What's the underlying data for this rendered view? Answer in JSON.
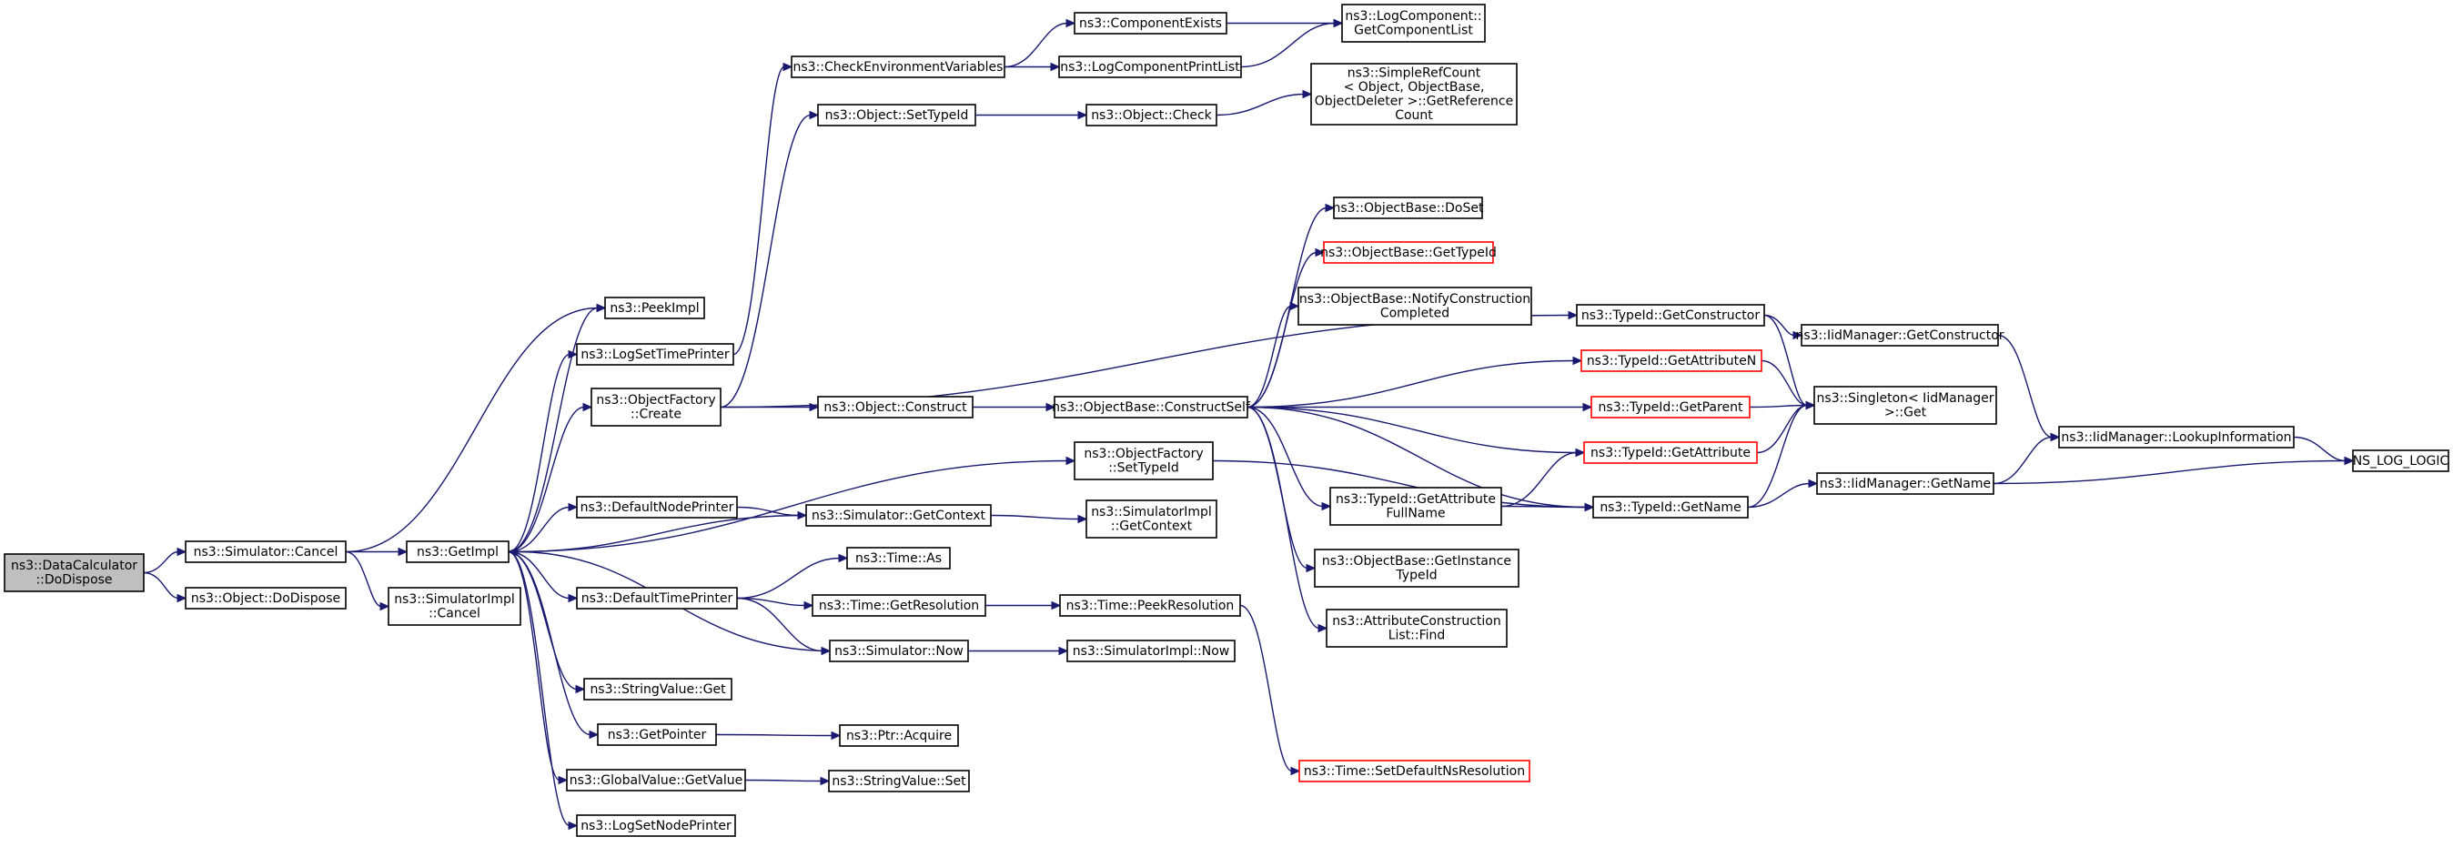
{
  "diagram": {
    "nodes": [
      {
        "id": "root",
        "lines": [
          "ns3::DataCalculator",
          "::DoDispose"
        ],
        "style": "root"
      },
      {
        "id": "sim_cancel",
        "lines": [
          "ns3::Simulator::Cancel"
        ],
        "style": "normal"
      },
      {
        "id": "obj_dodispose",
        "lines": [
          "ns3::Object::DoDispose"
        ],
        "style": "normal"
      },
      {
        "id": "peekimpl",
        "lines": [
          "ns3::PeekImpl"
        ],
        "style": "normal"
      },
      {
        "id": "getimpl",
        "lines": [
          "ns3::GetImpl"
        ],
        "style": "normal"
      },
      {
        "id": "simimpl_cancel",
        "lines": [
          "ns3::SimulatorImpl",
          "::Cancel"
        ],
        "style": "normal"
      },
      {
        "id": "logsettimeprinter",
        "lines": [
          "ns3::LogSetTimePrinter"
        ],
        "style": "normal"
      },
      {
        "id": "objfactory_create",
        "lines": [
          "ns3::ObjectFactory",
          "::Create"
        ],
        "style": "normal"
      },
      {
        "id": "defaultnodeprinter",
        "lines": [
          "ns3::DefaultNodePrinter"
        ],
        "style": "normal"
      },
      {
        "id": "defaulttimeprinter",
        "lines": [
          "ns3::DefaultTimePrinter"
        ],
        "style": "normal"
      },
      {
        "id": "stringvalue_get",
        "lines": [
          "ns3::StringValue::Get"
        ],
        "style": "normal"
      },
      {
        "id": "getpointer",
        "lines": [
          "ns3::GetPointer"
        ],
        "style": "normal"
      },
      {
        "id": "globalvalue_getvalue",
        "lines": [
          "ns3::GlobalValue::GetValue"
        ],
        "style": "normal"
      },
      {
        "id": "logsetnodeprinter",
        "lines": [
          "ns3::LogSetNodePrinter"
        ],
        "style": "normal"
      },
      {
        "id": "checkenv",
        "lines": [
          "ns3::CheckEnvironmentVariables"
        ],
        "style": "normal"
      },
      {
        "id": "obj_settypeid",
        "lines": [
          "ns3::Object::SetTypeId"
        ],
        "style": "normal"
      },
      {
        "id": "obj_construct",
        "lines": [
          "ns3::Object::Construct"
        ],
        "style": "normal"
      },
      {
        "id": "objfactory_settypeid",
        "lines": [
          "ns3::ObjectFactory",
          "::SetTypeId"
        ],
        "style": "normal"
      },
      {
        "id": "sim_getcontext",
        "lines": [
          "ns3::Simulator::GetContext"
        ],
        "style": "normal"
      },
      {
        "id": "time_as",
        "lines": [
          "ns3::Time::As"
        ],
        "style": "normal"
      },
      {
        "id": "time_getres",
        "lines": [
          "ns3::Time::GetResolution"
        ],
        "style": "normal"
      },
      {
        "id": "sim_now",
        "lines": [
          "ns3::Simulator::Now"
        ],
        "style": "normal"
      },
      {
        "id": "ptr_acquire",
        "lines": [
          "ns3::Ptr::Acquire"
        ],
        "style": "normal"
      },
      {
        "id": "stringvalue_set",
        "lines": [
          "ns3::StringValue::Set"
        ],
        "style": "normal"
      },
      {
        "id": "componentexists",
        "lines": [
          "ns3::ComponentExists"
        ],
        "style": "normal"
      },
      {
        "id": "logcomponentprintlist",
        "lines": [
          "ns3::LogComponentPrintList"
        ],
        "style": "normal"
      },
      {
        "id": "obj_check",
        "lines": [
          "ns3::Object::Check"
        ],
        "style": "normal"
      },
      {
        "id": "objbase_constructself",
        "lines": [
          "ns3::ObjectBase::ConstructSelf"
        ],
        "style": "normal"
      },
      {
        "id": "simimpl_getcontext",
        "lines": [
          "ns3::SimulatorImpl",
          "::GetContext"
        ],
        "style": "normal"
      },
      {
        "id": "time_peekres",
        "lines": [
          "ns3::Time::PeekResolution"
        ],
        "style": "normal"
      },
      {
        "id": "simimpl_now",
        "lines": [
          "ns3::SimulatorImpl::Now"
        ],
        "style": "normal"
      },
      {
        "id": "logcomponent_getlist",
        "lines": [
          "ns3::LogComponent::",
          "GetComponentList"
        ],
        "style": "normal"
      },
      {
        "id": "simplerefcount",
        "lines": [
          "ns3::SimpleRefCount",
          "< Object, ObjectBase,",
          " ObjectDeleter >::GetReference",
          "Count"
        ],
        "style": "normal"
      },
      {
        "id": "objbase_doset",
        "lines": [
          "ns3::ObjectBase::DoSet"
        ],
        "style": "normal"
      },
      {
        "id": "objbase_gettypeid",
        "lines": [
          "ns3::ObjectBase::GetTypeId"
        ],
        "style": "red"
      },
      {
        "id": "objbase_notify",
        "lines": [
          "ns3::ObjectBase::NotifyConstruction",
          "Completed"
        ],
        "style": "normal"
      },
      {
        "id": "typeid_getattrfullname",
        "lines": [
          "ns3::TypeId::GetAttribute",
          "FullName"
        ],
        "style": "normal"
      },
      {
        "id": "objbase_getinstancetypeid",
        "lines": [
          "ns3::ObjectBase::GetInstance",
          "TypeId"
        ],
        "style": "normal"
      },
      {
        "id": "attrconstruction_find",
        "lines": [
          "ns3::AttributeConstruction",
          "List::Find"
        ],
        "style": "normal"
      },
      {
        "id": "time_setdefaultns",
        "lines": [
          "ns3::Time::SetDefaultNsResolution"
        ],
        "style": "red"
      },
      {
        "id": "typeid_getconstructor",
        "lines": [
          "ns3::TypeId::GetConstructor"
        ],
        "style": "normal"
      },
      {
        "id": "typeid_getattributen",
        "lines": [
          "ns3::TypeId::GetAttributeN"
        ],
        "style": "red"
      },
      {
        "id": "typeid_getparent",
        "lines": [
          "ns3::TypeId::GetParent"
        ],
        "style": "red"
      },
      {
        "id": "typeid_getattribute",
        "lines": [
          "ns3::TypeId::GetAttribute"
        ],
        "style": "red"
      },
      {
        "id": "typeid_getname",
        "lines": [
          "ns3::TypeId::GetName"
        ],
        "style": "normal"
      },
      {
        "id": "iidmgr_getconstructor",
        "lines": [
          "ns3::IidManager::GetConstructor"
        ],
        "style": "normal"
      },
      {
        "id": "singleton_get",
        "lines": [
          "ns3::Singleton< IidManager",
          " >::Get"
        ],
        "style": "normal"
      },
      {
        "id": "iidmgr_getname",
        "lines": [
          "ns3::IidManager::GetName"
        ],
        "style": "normal"
      },
      {
        "id": "iidmgr_lookup",
        "lines": [
          "ns3::IidManager::LookupInformation"
        ],
        "style": "normal"
      },
      {
        "id": "ns_log_logic",
        "lines": [
          "NS_LOG_LOGIC"
        ],
        "style": "normal"
      }
    ],
    "edges": [
      [
        "root",
        "sim_cancel"
      ],
      [
        "root",
        "obj_dodispose"
      ],
      [
        "sim_cancel",
        "peekimpl"
      ],
      [
        "sim_cancel",
        "getimpl"
      ],
      [
        "sim_cancel",
        "simimpl_cancel"
      ],
      [
        "getimpl",
        "peekimpl"
      ],
      [
        "getimpl",
        "logsettimeprinter"
      ],
      [
        "getimpl",
        "objfactory_create"
      ],
      [
        "getimpl",
        "defaultnodeprinter"
      ],
      [
        "getimpl",
        "defaulttimeprinter"
      ],
      [
        "getimpl",
        "stringvalue_get"
      ],
      [
        "getimpl",
        "getpointer"
      ],
      [
        "getimpl",
        "globalvalue_getvalue"
      ],
      [
        "getimpl",
        "logsetnodeprinter"
      ],
      [
        "getimpl",
        "objfactory_settypeid"
      ],
      [
        "logsettimeprinter",
        "checkenv"
      ],
      [
        "objfactory_create",
        "obj_settypeid"
      ],
      [
        "objfactory_create",
        "obj_construct"
      ],
      [
        "objfactory_create",
        "typeid_getconstructor"
      ],
      [
        "defaultnodeprinter",
        "sim_getcontext"
      ],
      [
        "defaulttimeprinter",
        "time_as"
      ],
      [
        "defaulttimeprinter",
        "time_getres"
      ],
      [
        "defaulttimeprinter",
        "sim_now"
      ],
      [
        "getpointer",
        "ptr_acquire"
      ],
      [
        "globalvalue_getvalue",
        "stringvalue_set"
      ],
      [
        "checkenv",
        "componentexists"
      ],
      [
        "checkenv",
        "logcomponentprintlist"
      ],
      [
        "obj_settypeid",
        "obj_check"
      ],
      [
        "obj_construct",
        "objbase_constructself"
      ],
      [
        "objfactory_settypeid",
        "typeid_getname"
      ],
      [
        "sim_getcontext",
        "getimpl"
      ],
      [
        "sim_getcontext",
        "simimpl_getcontext"
      ],
      [
        "time_getres",
        "time_peekres"
      ],
      [
        "sim_now",
        "getimpl"
      ],
      [
        "sim_now",
        "simimpl_now"
      ],
      [
        "componentexists",
        "logcomponent_getlist"
      ],
      [
        "logcomponentprintlist",
        "logcomponent_getlist"
      ],
      [
        "obj_check",
        "simplerefcount"
      ],
      [
        "objbase_constructself",
        "objbase_doset"
      ],
      [
        "objbase_constructself",
        "objbase_gettypeid"
      ],
      [
        "objbase_constructself",
        "objbase_notify"
      ],
      [
        "objbase_constructself",
        "typeid_getattrfullname"
      ],
      [
        "objbase_constructself",
        "objbase_getinstancetypeid"
      ],
      [
        "objbase_constructself",
        "attrconstruction_find"
      ],
      [
        "objbase_constructself",
        "typeid_getattributen"
      ],
      [
        "objbase_constructself",
        "typeid_getparent"
      ],
      [
        "objbase_constructself",
        "typeid_getattribute"
      ],
      [
        "objbase_constructself",
        "typeid_getname"
      ],
      [
        "time_peekres",
        "time_setdefaultns"
      ],
      [
        "typeid_getattrfullname",
        "typeid_getattribute"
      ],
      [
        "typeid_getattrfullname",
        "typeid_getname"
      ],
      [
        "typeid_getconstructor",
        "iidmgr_getconstructor"
      ],
      [
        "typeid_getconstructor",
        "singleton_get"
      ],
      [
        "typeid_getattributen",
        "singleton_get"
      ],
      [
        "typeid_getparent",
        "singleton_get"
      ],
      [
        "typeid_getattribute",
        "singleton_get"
      ],
      [
        "typeid_getname",
        "singleton_get"
      ],
      [
        "typeid_getname",
        "iidmgr_getname"
      ],
      [
        "iidmgr_getconstructor",
        "iidmgr_lookup"
      ],
      [
        "iidmgr_getname",
        "iidmgr_lookup"
      ],
      [
        "iidmgr_getname",
        "ns_log_logic"
      ],
      [
        "iidmgr_lookup",
        "ns_log_logic"
      ]
    ]
  },
  "colors": {
    "edge": "#191970",
    "node_border": "#000000",
    "node_border_highlight": "#ff0000",
    "root_fill": "#bfbfbf"
  }
}
